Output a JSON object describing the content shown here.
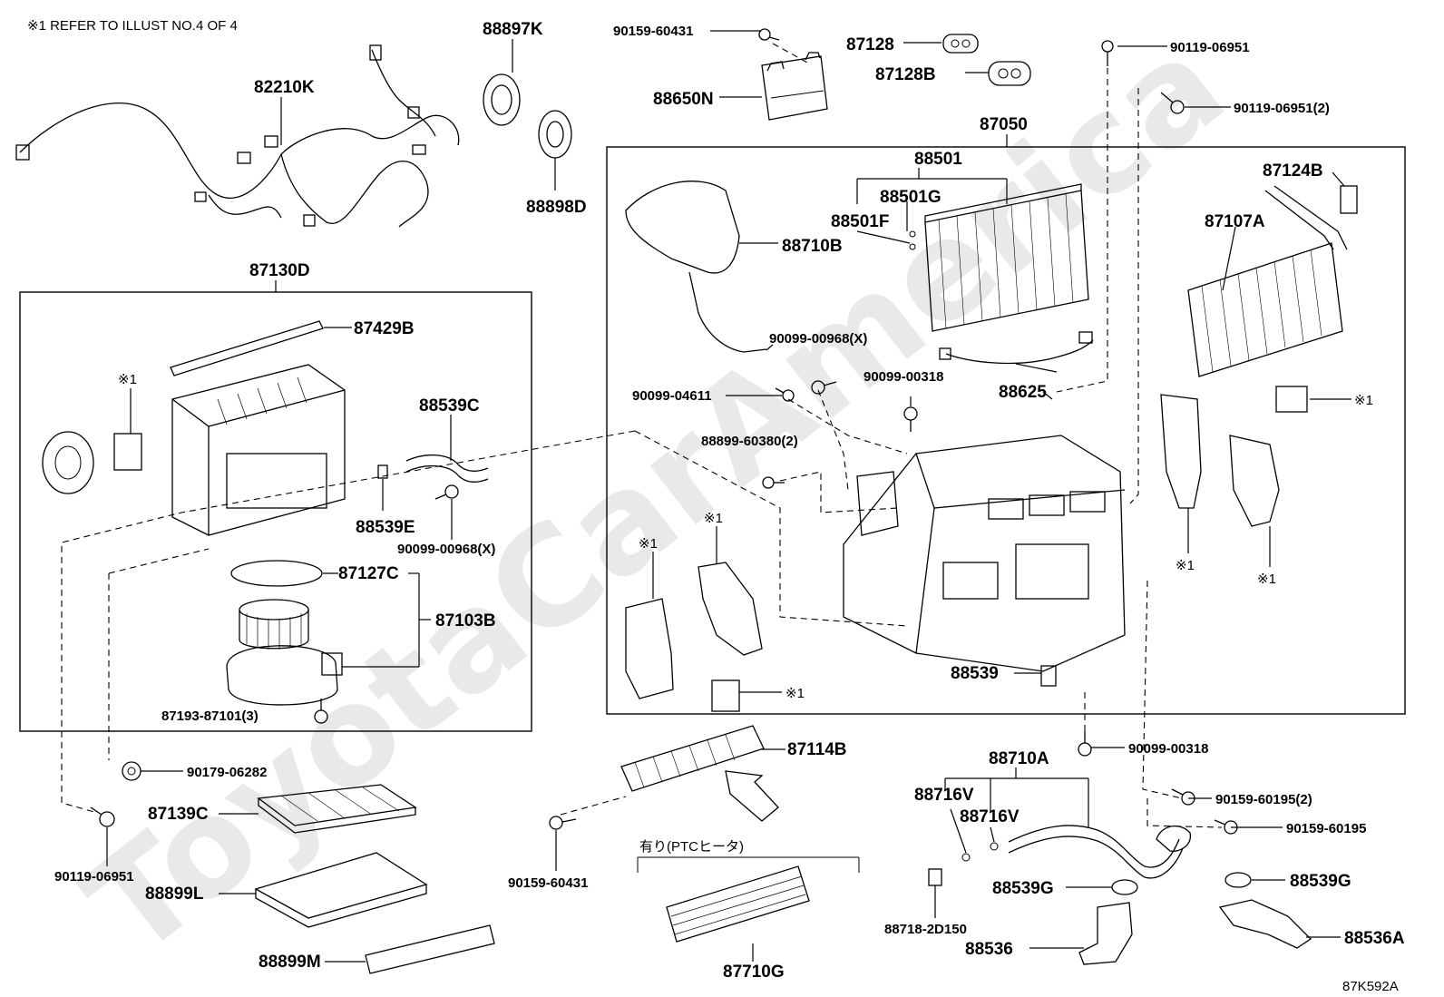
{
  "header": {
    "reference_note": "※1 REFER TO ILLUST NO.4 OF 4",
    "diagram_code": "87K592A",
    "watermark": "ToyotaCarAmerica"
  },
  "groups": {
    "left_box": "87130D",
    "right_box": "87050",
    "ptc_note": "有り(PTCヒータ)"
  },
  "parts": [
    {
      "id": "p_82210K",
      "label": "82210K"
    },
    {
      "id": "p_88897K",
      "label": "88897K"
    },
    {
      "id": "p_88898D",
      "label": "88898D"
    },
    {
      "id": "p_90159_60431_top",
      "label": "90159-60431"
    },
    {
      "id": "p_88650N",
      "label": "88650N"
    },
    {
      "id": "p_87128",
      "label": "87128"
    },
    {
      "id": "p_87128B",
      "label": "87128B"
    },
    {
      "id": "p_90119_06951_top",
      "label": "90119-06951"
    },
    {
      "id": "p_90119_06951_2",
      "label": "90119-06951(2)"
    },
    {
      "id": "p_88501",
      "label": "88501"
    },
    {
      "id": "p_88501G",
      "label": "88501G"
    },
    {
      "id": "p_88501F",
      "label": "88501F"
    },
    {
      "id": "p_88710B",
      "label": "88710B"
    },
    {
      "id": "p_87124B",
      "label": "87124B"
    },
    {
      "id": "p_87107A",
      "label": "87107A"
    },
    {
      "id": "p_87429B",
      "label": "87429B"
    },
    {
      "id": "p_88539C",
      "label": "88539C"
    },
    {
      "id": "p_88539E",
      "label": "88539E"
    },
    {
      "id": "p_90099_00968_x_left",
      "label": "90099-00968(X)"
    },
    {
      "id": "p_87127C",
      "label": "87127C"
    },
    {
      "id": "p_87103B",
      "label": "87103B"
    },
    {
      "id": "p_87193_87101",
      "label": "87193-87101(3)"
    },
    {
      "id": "p_90099_00968_x_right",
      "label": "90099-00968(X)"
    },
    {
      "id": "p_90099_04611",
      "label": "90099-04611"
    },
    {
      "id": "p_90099_00318_a",
      "label": "90099-00318"
    },
    {
      "id": "p_88625",
      "label": "88625"
    },
    {
      "id": "p_88899_60380",
      "label": "88899-60380(2)"
    },
    {
      "id": "p_88539",
      "label": "88539"
    },
    {
      "id": "p_90099_00318_b",
      "label": "90099-00318"
    },
    {
      "id": "p_87114B",
      "label": "87114B"
    },
    {
      "id": "p_90179_06282",
      "label": "90179-06282"
    },
    {
      "id": "p_87139C",
      "label": "87139C"
    },
    {
      "id": "p_90119_06951_bl",
      "label": "90119-06951"
    },
    {
      "id": "p_88899L",
      "label": "88899L"
    },
    {
      "id": "p_88899M",
      "label": "88899M"
    },
    {
      "id": "p_90159_60431_bot",
      "label": "90159-60431"
    },
    {
      "id": "p_87710G",
      "label": "87710G"
    },
    {
      "id": "p_88710A",
      "label": "88710A"
    },
    {
      "id": "p_88716V_a",
      "label": "88716V"
    },
    {
      "id": "p_88716V_b",
      "label": "88716V"
    },
    {
      "id": "p_88539G_a",
      "label": "88539G"
    },
    {
      "id": "p_88539G_b",
      "label": "88539G"
    },
    {
      "id": "p_88718_2D150",
      "label": "88718-2D150"
    },
    {
      "id": "p_88536",
      "label": "88536"
    },
    {
      "id": "p_88536A",
      "label": "88536A"
    },
    {
      "id": "p_90159_60195_2",
      "label": "90159-60195(2)"
    },
    {
      "id": "p_90159_60195",
      "label": "90159-60195"
    }
  ],
  "ref_marks": [
    {
      "id": "r1",
      "label": "※1"
    },
    {
      "id": "r2",
      "label": "※1"
    },
    {
      "id": "r3",
      "label": "※1"
    },
    {
      "id": "r4",
      "label": "※1"
    },
    {
      "id": "r5",
      "label": "※1"
    },
    {
      "id": "r6",
      "label": "※1"
    },
    {
      "id": "r7",
      "label": "※1"
    }
  ]
}
